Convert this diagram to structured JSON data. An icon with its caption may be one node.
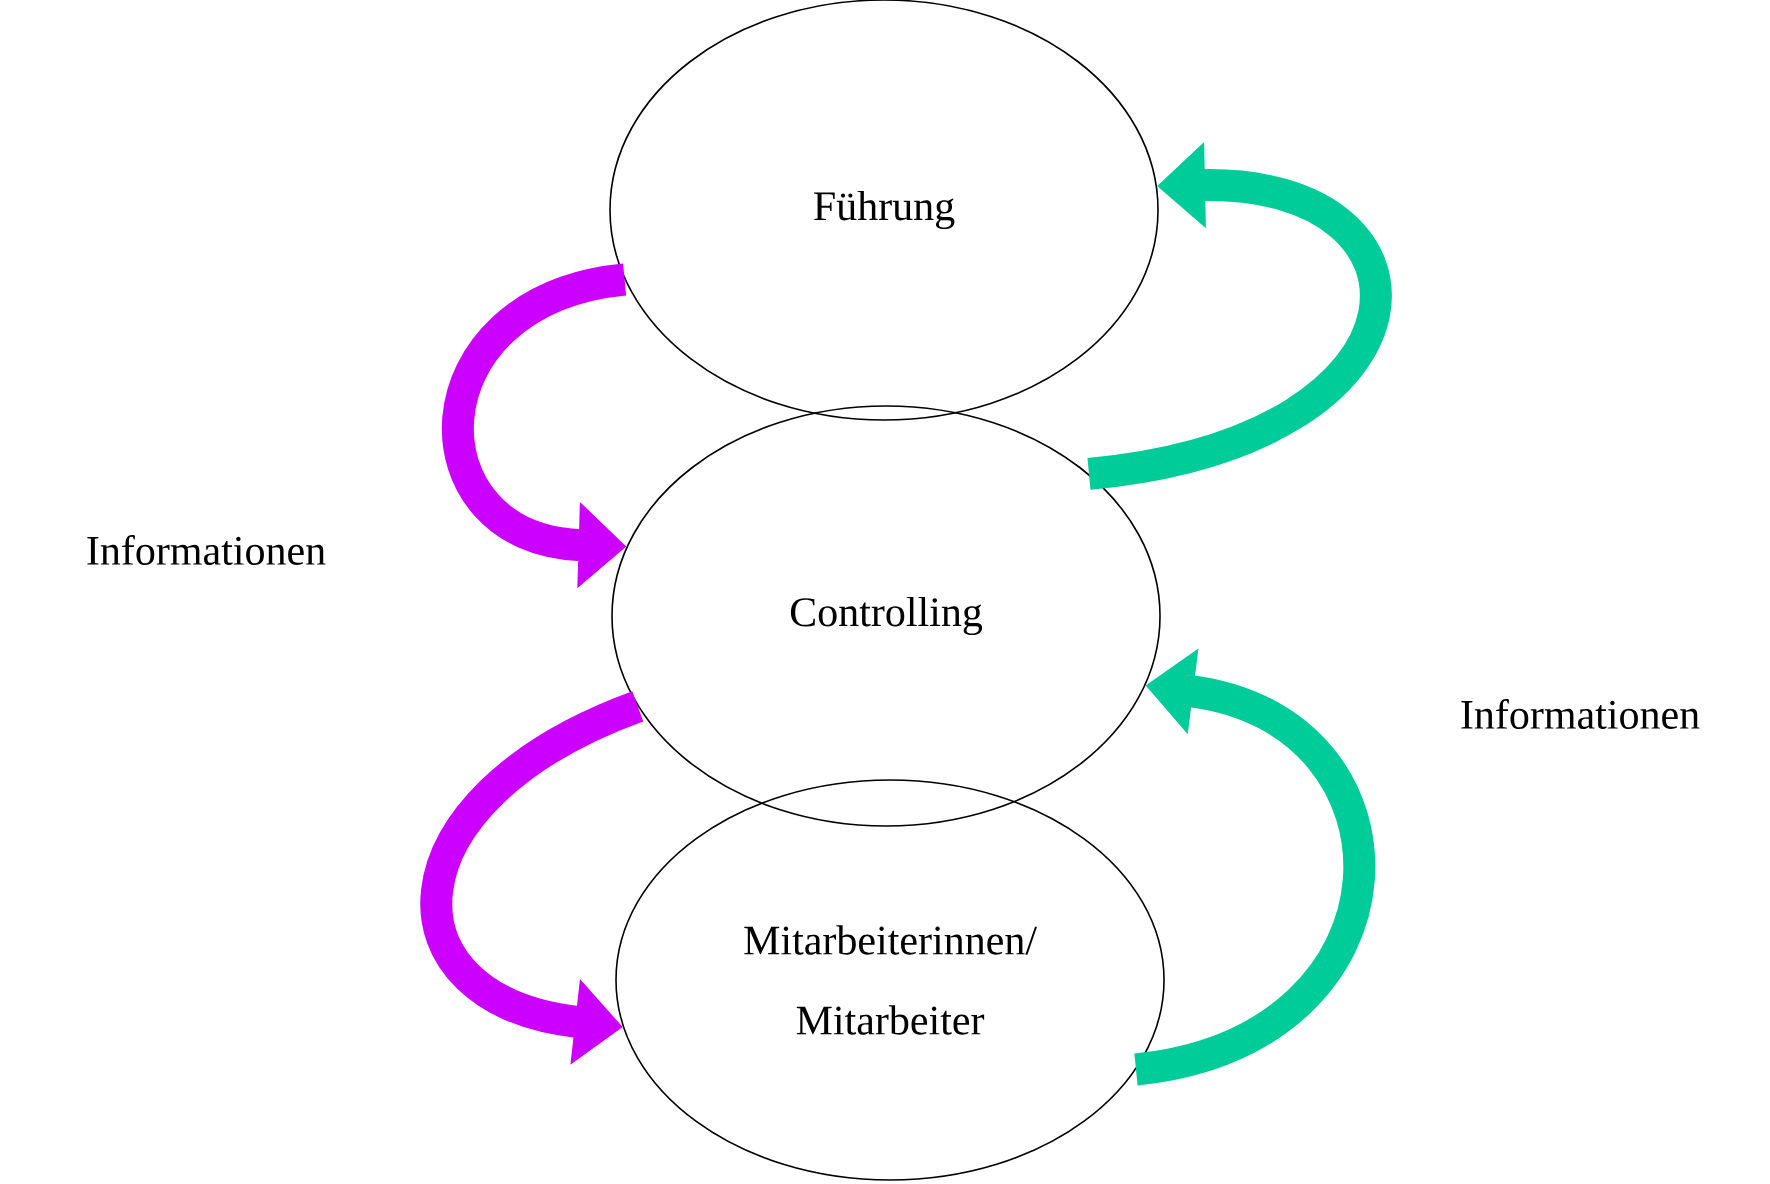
{
  "diagram": {
    "nodes": [
      {
        "text": [
          "Führung"
        ]
      },
      {
        "text": [
          "Controlling"
        ]
      },
      {
        "text": [
          "Mitarbeiterinnen/ Mitarbeiter"
        ]
      }
    ],
    "edges": [
      {
        "from": 0,
        "to": 1,
        "arrow": "to",
        "color": "#cc00ff"
      },
      {
        "from": 1,
        "to": 2,
        "arrow": "to",
        "color": "#cc00ff"
      },
      {
        "from": 1,
        "to": 0,
        "arrow": "to",
        "color": "#00cc99"
      },
      {
        "from": 2,
        "to": 1,
        "arrow": "to",
        "color": "#00cc99"
      }
    ],
    "labels": [
      "Informationen",
      "Informationen"
    ]
  }
}
